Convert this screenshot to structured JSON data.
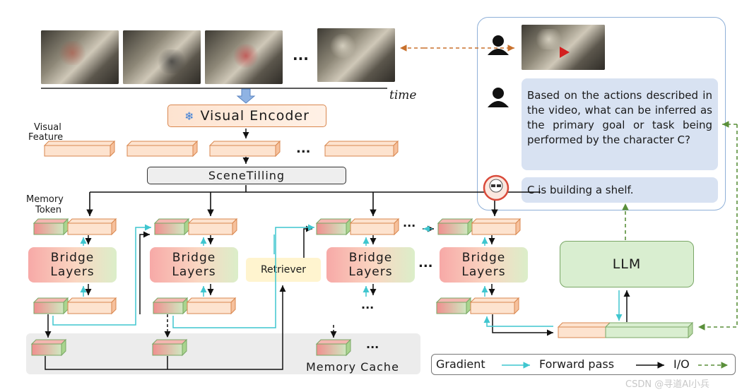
{
  "time_label": "time",
  "ellipsis": "...",
  "visual_encoder_label": "Visual Encoder",
  "snow_glyph": "❄",
  "visual_feature_label_1": "Visual",
  "visual_feature_label_2": "Feature",
  "scenetilling_label": "SceneTilling",
  "memory_token_label_1": "Memory",
  "memory_token_label_2": "Token",
  "bridge_label_1": "Bridge",
  "bridge_label_2": "Layers",
  "retriever_label": "Retriever",
  "llm_label": "LLM",
  "memory_cache_label": "Memory Cache",
  "chat": {
    "question": "Based on the actions described in the video, what can be inferred as the primary goal or task being performed by the character C?",
    "answer": "C is building a shelf."
  },
  "legend": {
    "gradient": "Gradient",
    "forward": "Forward pass",
    "io": "I/O"
  },
  "watermark": "CSDN @寻道AI小兵",
  "colors": {
    "gradient_arrow": "#3fc6cf",
    "forward_arrow": "#111111",
    "io_arrow": "#5a8f3a",
    "video_io_arrow": "#c8702c",
    "token_orange": "#fde3cf",
    "token_pink_green": "#f08f8f",
    "llm_fill": "#d9eed0"
  },
  "icons": [
    "snowflake-icon",
    "user-icon",
    "play-icon",
    "llama-avatar-icon"
  ]
}
